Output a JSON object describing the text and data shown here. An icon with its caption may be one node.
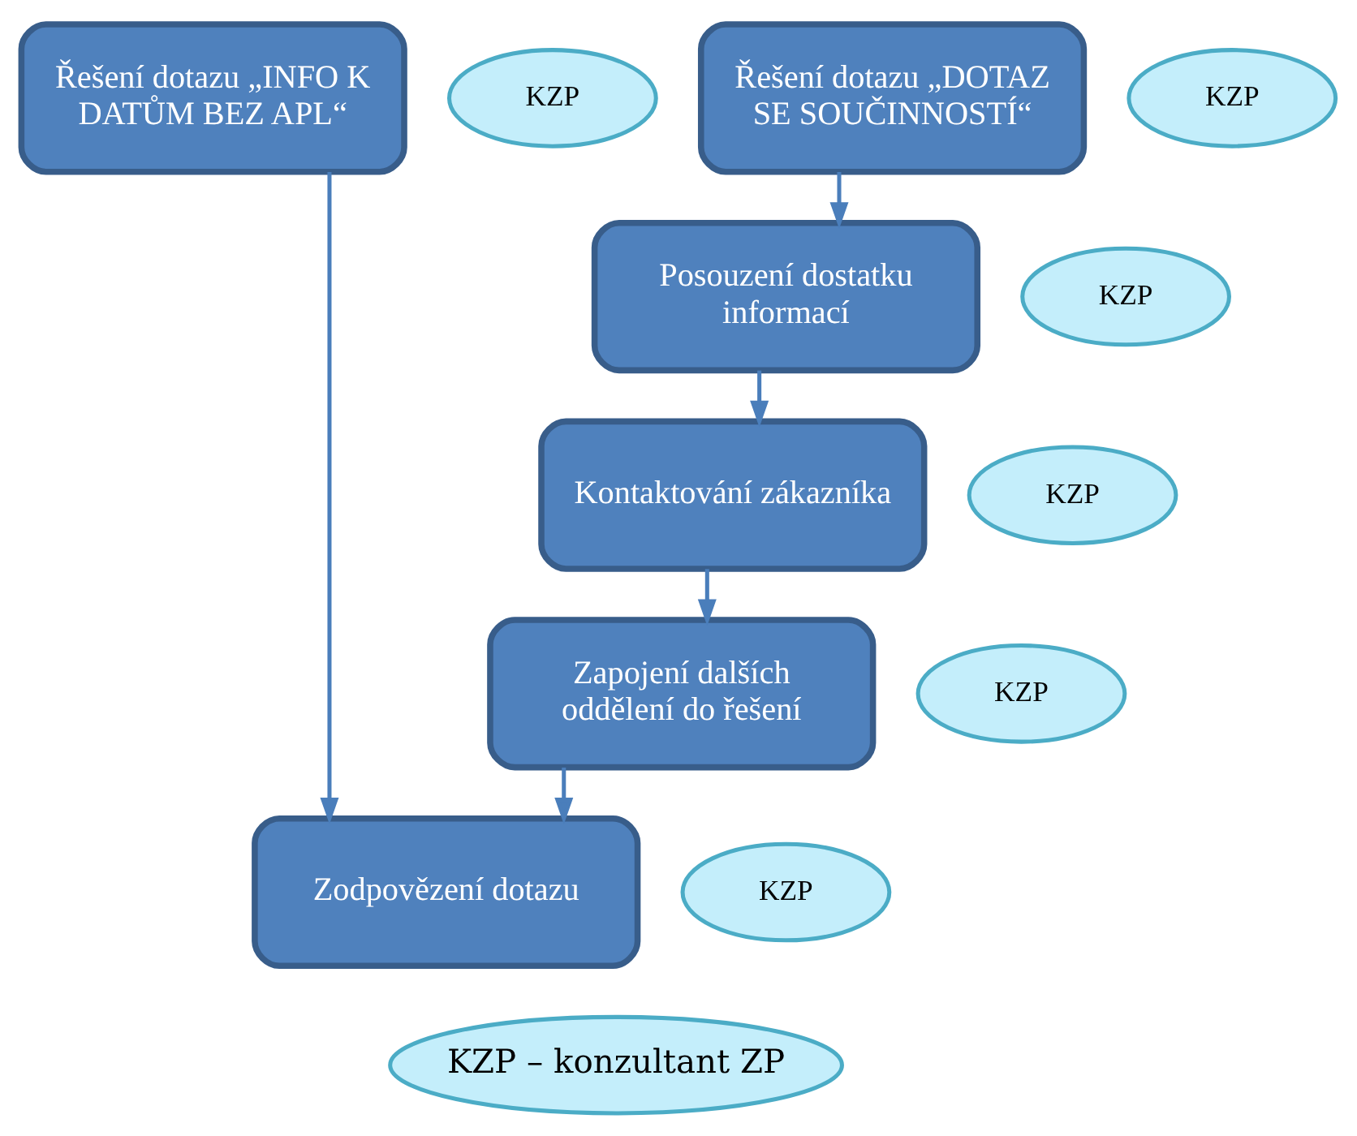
{
  "diagram": {
    "nodes": [
      {
        "text": [
          "Řešení dotazu „INFO K DATŮM BEZ APL“"
        ]
      },
      {
        "text": [
          "KZP"
        ]
      },
      {
        "text": [
          "Řešení dotazu „DOTAZ SE SOUČINNOSTÍ“"
        ]
      },
      {
        "text": [
          "KZP"
        ]
      },
      {
        "text": [
          "Posouzení dostatku informací"
        ]
      },
      {
        "text": [
          "KZP"
        ]
      },
      {
        "text": [
          "Kontaktování zákazníka"
        ]
      },
      {
        "text": [
          "KZP"
        ]
      },
      {
        "text": [
          "Zapojení dalších oddělení do řešení"
        ]
      },
      {
        "text": [
          "KZP"
        ]
      },
      {
        "text": [
          "Zodpovězení dotazu"
        ]
      },
      {
        "text": [
          "KZP"
        ]
      },
      {
        "text": [
          "KZP – konzultant ZP"
        ]
      }
    ],
    "edges": [
      {
        "from": 0,
        "to": 10,
        "arrow": "to"
      },
      {
        "from": 2,
        "to": 4,
        "arrow": "to"
      },
      {
        "from": 4,
        "to": 6,
        "arrow": "to"
      },
      {
        "from": 6,
        "to": 8,
        "arrow": "to"
      },
      {
        "from": 8,
        "to": 10,
        "arrow": "to"
      }
    ]
  }
}
